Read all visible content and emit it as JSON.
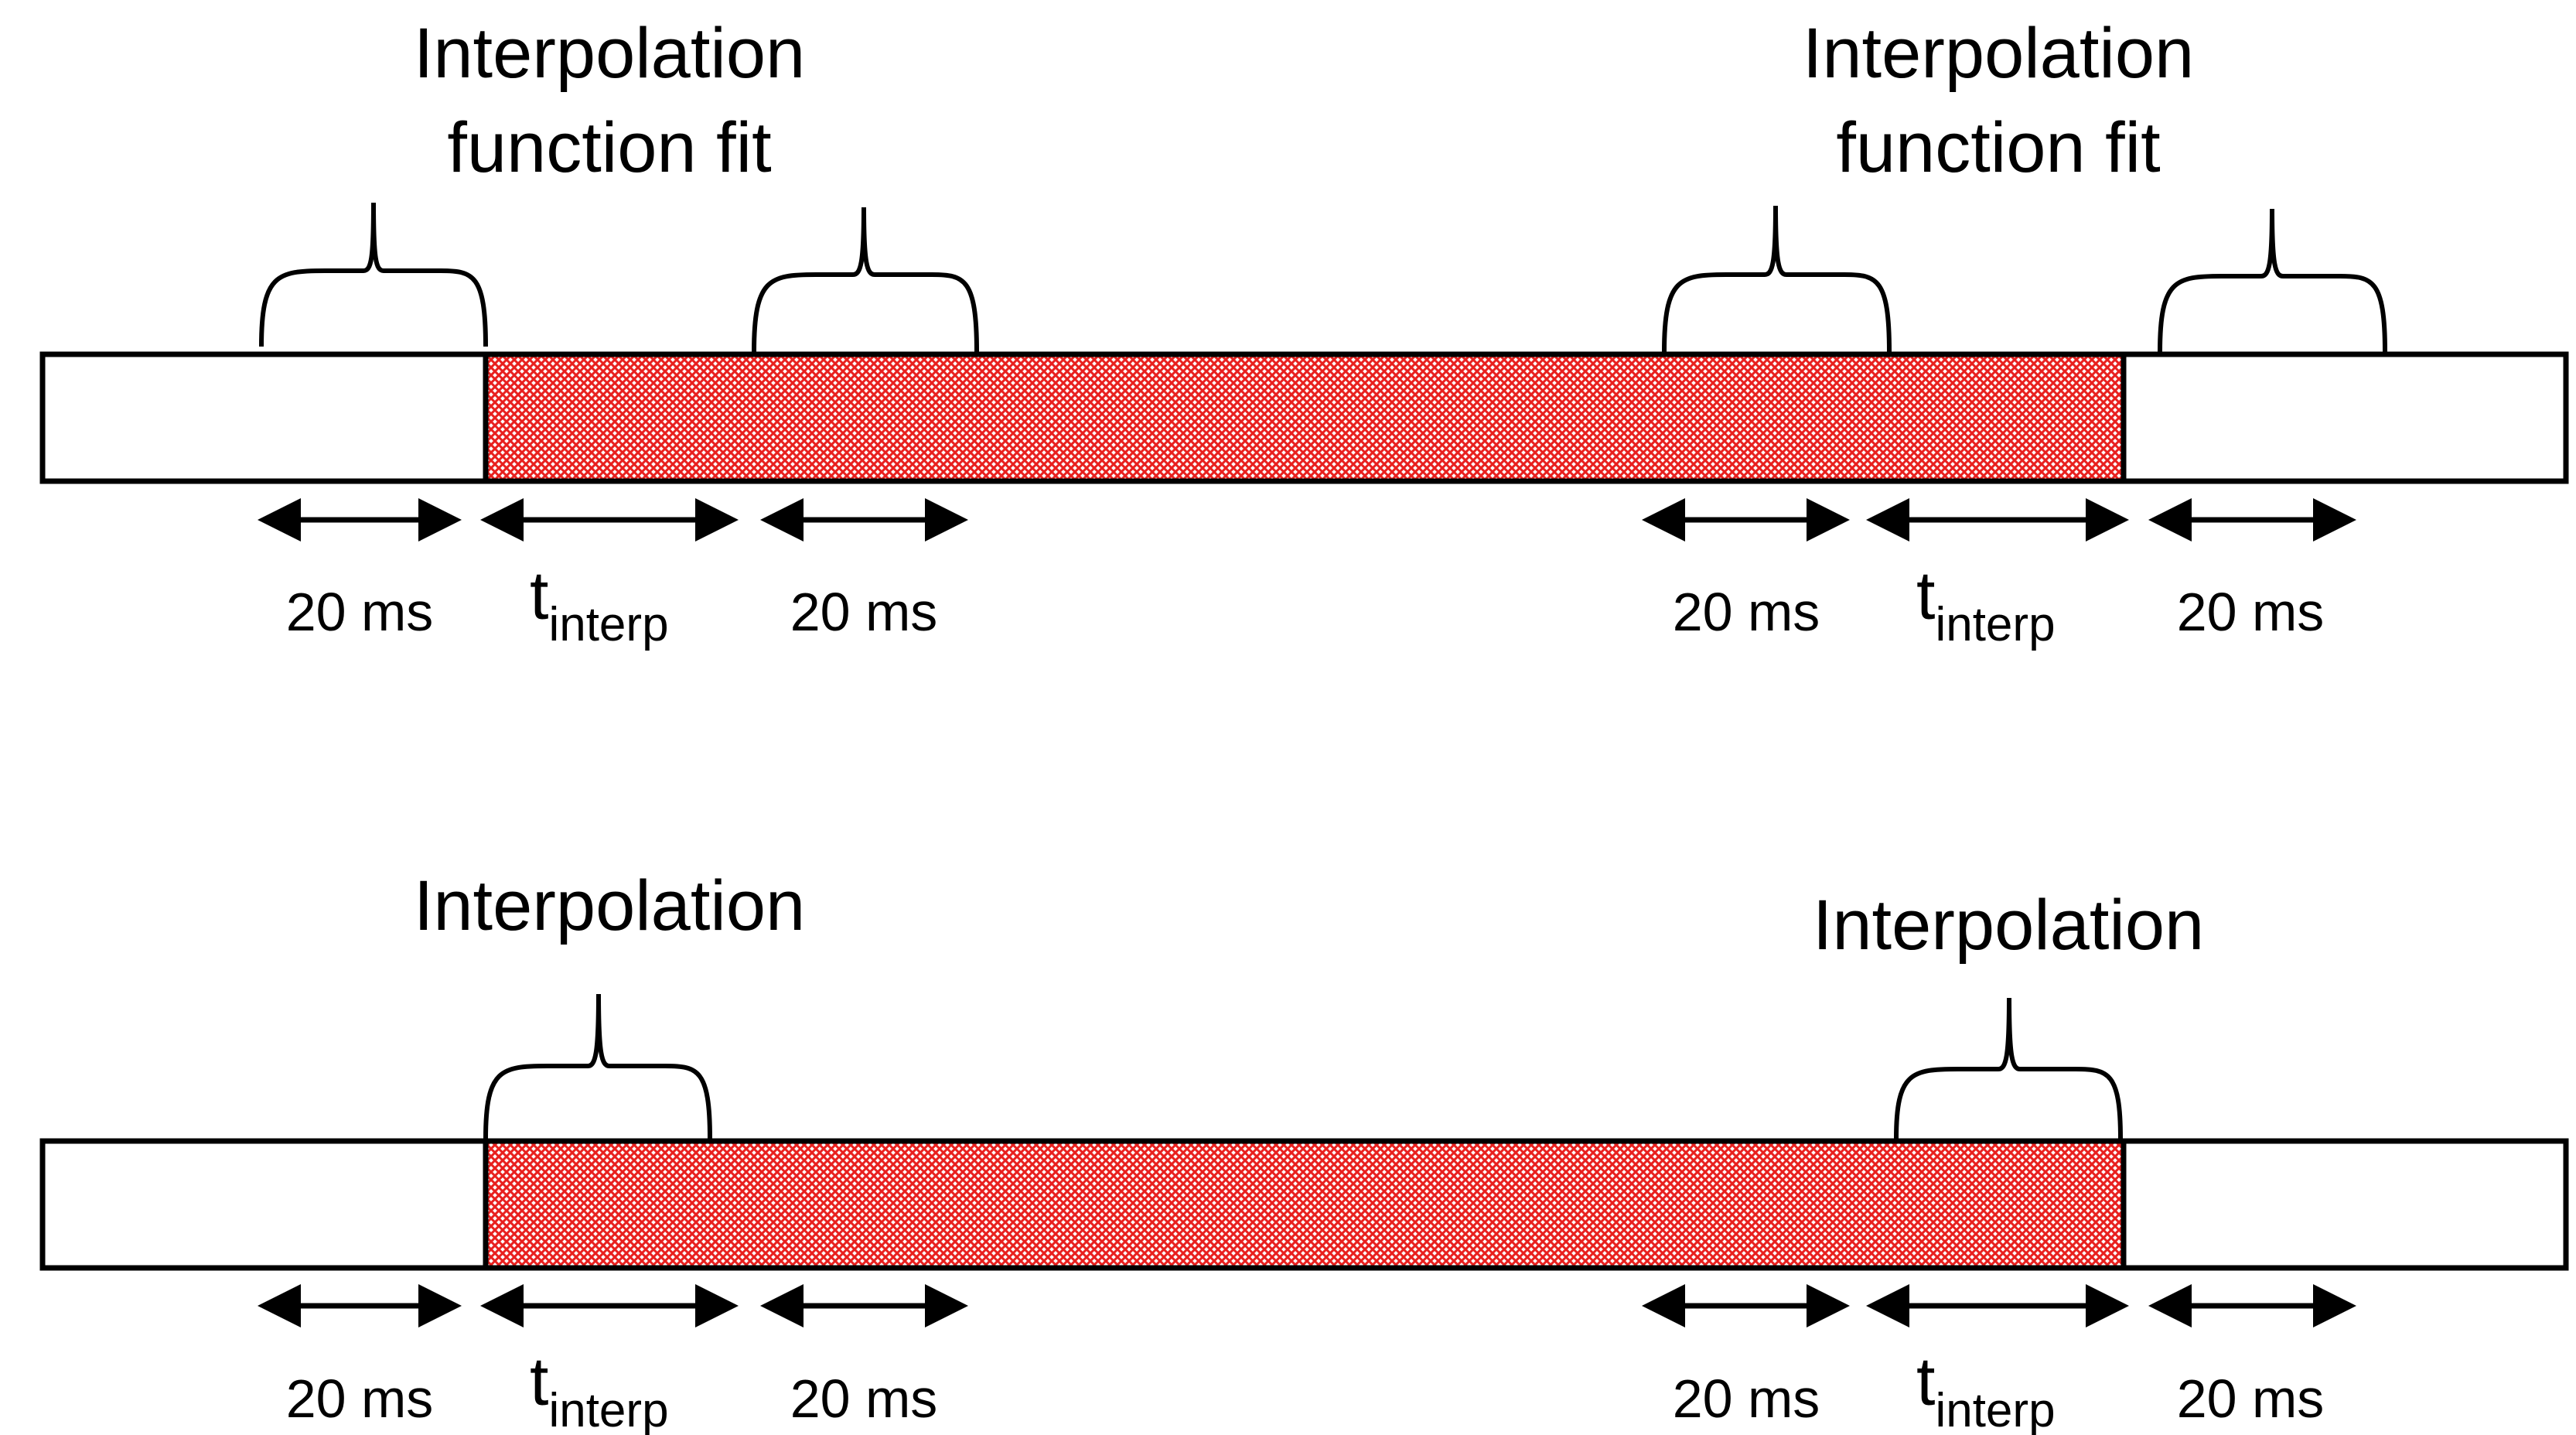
{
  "figure": {
    "top_panel": {
      "left_caption_line1": "Interpolation",
      "left_caption_line2": "function fit",
      "right_caption_line1": "Interpolation",
      "right_caption_line2": "function fit"
    },
    "bottom_panel": {
      "left_caption": "Interpolation",
      "right_caption": "Interpolation"
    },
    "duration_label": "20 ms",
    "interp_label_main": "t",
    "interp_label_sub": "interp",
    "colors": {
      "outline": "#000000",
      "hatch_fill": "#e8201e",
      "background": "#ffffff"
    }
  }
}
